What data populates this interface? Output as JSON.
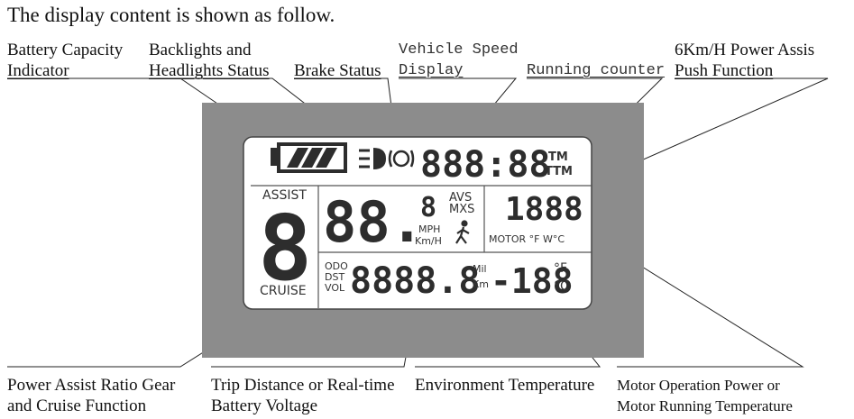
{
  "heading": "The display content is shown as follow.",
  "callouts_top": {
    "battery_capacity": [
      "Battery Capacity",
      "Indicator"
    ],
    "backlights_headlights": [
      "Backlights and",
      "Headlights Status"
    ],
    "brake_status": "Brake Status",
    "vehicle_speed": [
      "Vehicle Speed",
      "Display"
    ],
    "running_counter": "Running counter",
    "push_function": [
      "6Km/H Power Assis",
      "Push Function"
    ]
  },
  "callouts_bottom": {
    "assist_ratio": [
      "Power Assist Ratio Gear",
      "and Cruise Function"
    ],
    "trip_distance": [
      "Trip Distance or Real-time",
      "Battery Voltage"
    ],
    "env_temperature": "Environment Temperature",
    "motor_operation": [
      "Motor Operation Power or",
      "Motor Running Temperature"
    ]
  },
  "lcd": {
    "clock_digits": "888:88",
    "tm": "TM",
    "ttm": "TTM",
    "assist_label": "ASSIST",
    "assist_digit": "8",
    "cruise_label": "CRUISE",
    "speed_digits": "88.",
    "speed_small_digit": "8",
    "avs": "AVS",
    "mxs": "MXS",
    "mph": "MPH",
    "kmh": "Km/H",
    "motor_digits": "1888",
    "motor_units": "MOTOR °F W°C",
    "odo": "ODO",
    "dst": "DST",
    "vol": "VOL",
    "trip_digits": "8888.8",
    "mil": "Mil",
    "km": "Km",
    "temp_digits": "-188",
    "deg_f": "°F",
    "deg_c": "°C"
  },
  "colors": {
    "frame": "#8c8c8c",
    "screen": "#ffffff",
    "segment": "#2d2d2d"
  }
}
